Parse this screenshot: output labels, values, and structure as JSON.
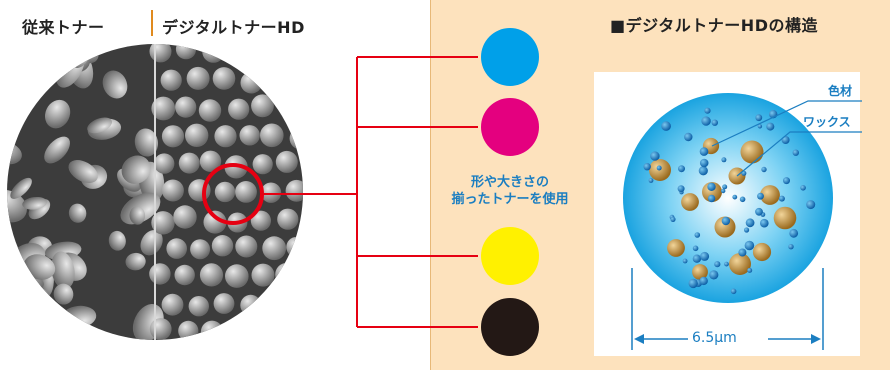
{
  "labels": {
    "conventional_toner": "従来トナー",
    "digital_toner": "デジタルトナーHD",
    "structure_title": "■デジタルトナーHDの構造",
    "usage_line1": "形や大きさの",
    "usage_line2": "揃ったトナーを使用",
    "colorant": "色材",
    "wax": "ワックス",
    "size": "6.5μm"
  },
  "toner_colors": [
    {
      "name": "cyan",
      "hex": "#00a0e9"
    },
    {
      "name": "magenta",
      "hex": "#e4007f"
    },
    {
      "name": "yellow",
      "hex": "#fff100"
    },
    {
      "name": "black",
      "hex": "#231815"
    }
  ],
  "colors": {
    "accent_line": "#e60012",
    "panel_bg": "#fde2bd",
    "text_blue": "#1b7ec1",
    "separator": "#e08a1e"
  }
}
